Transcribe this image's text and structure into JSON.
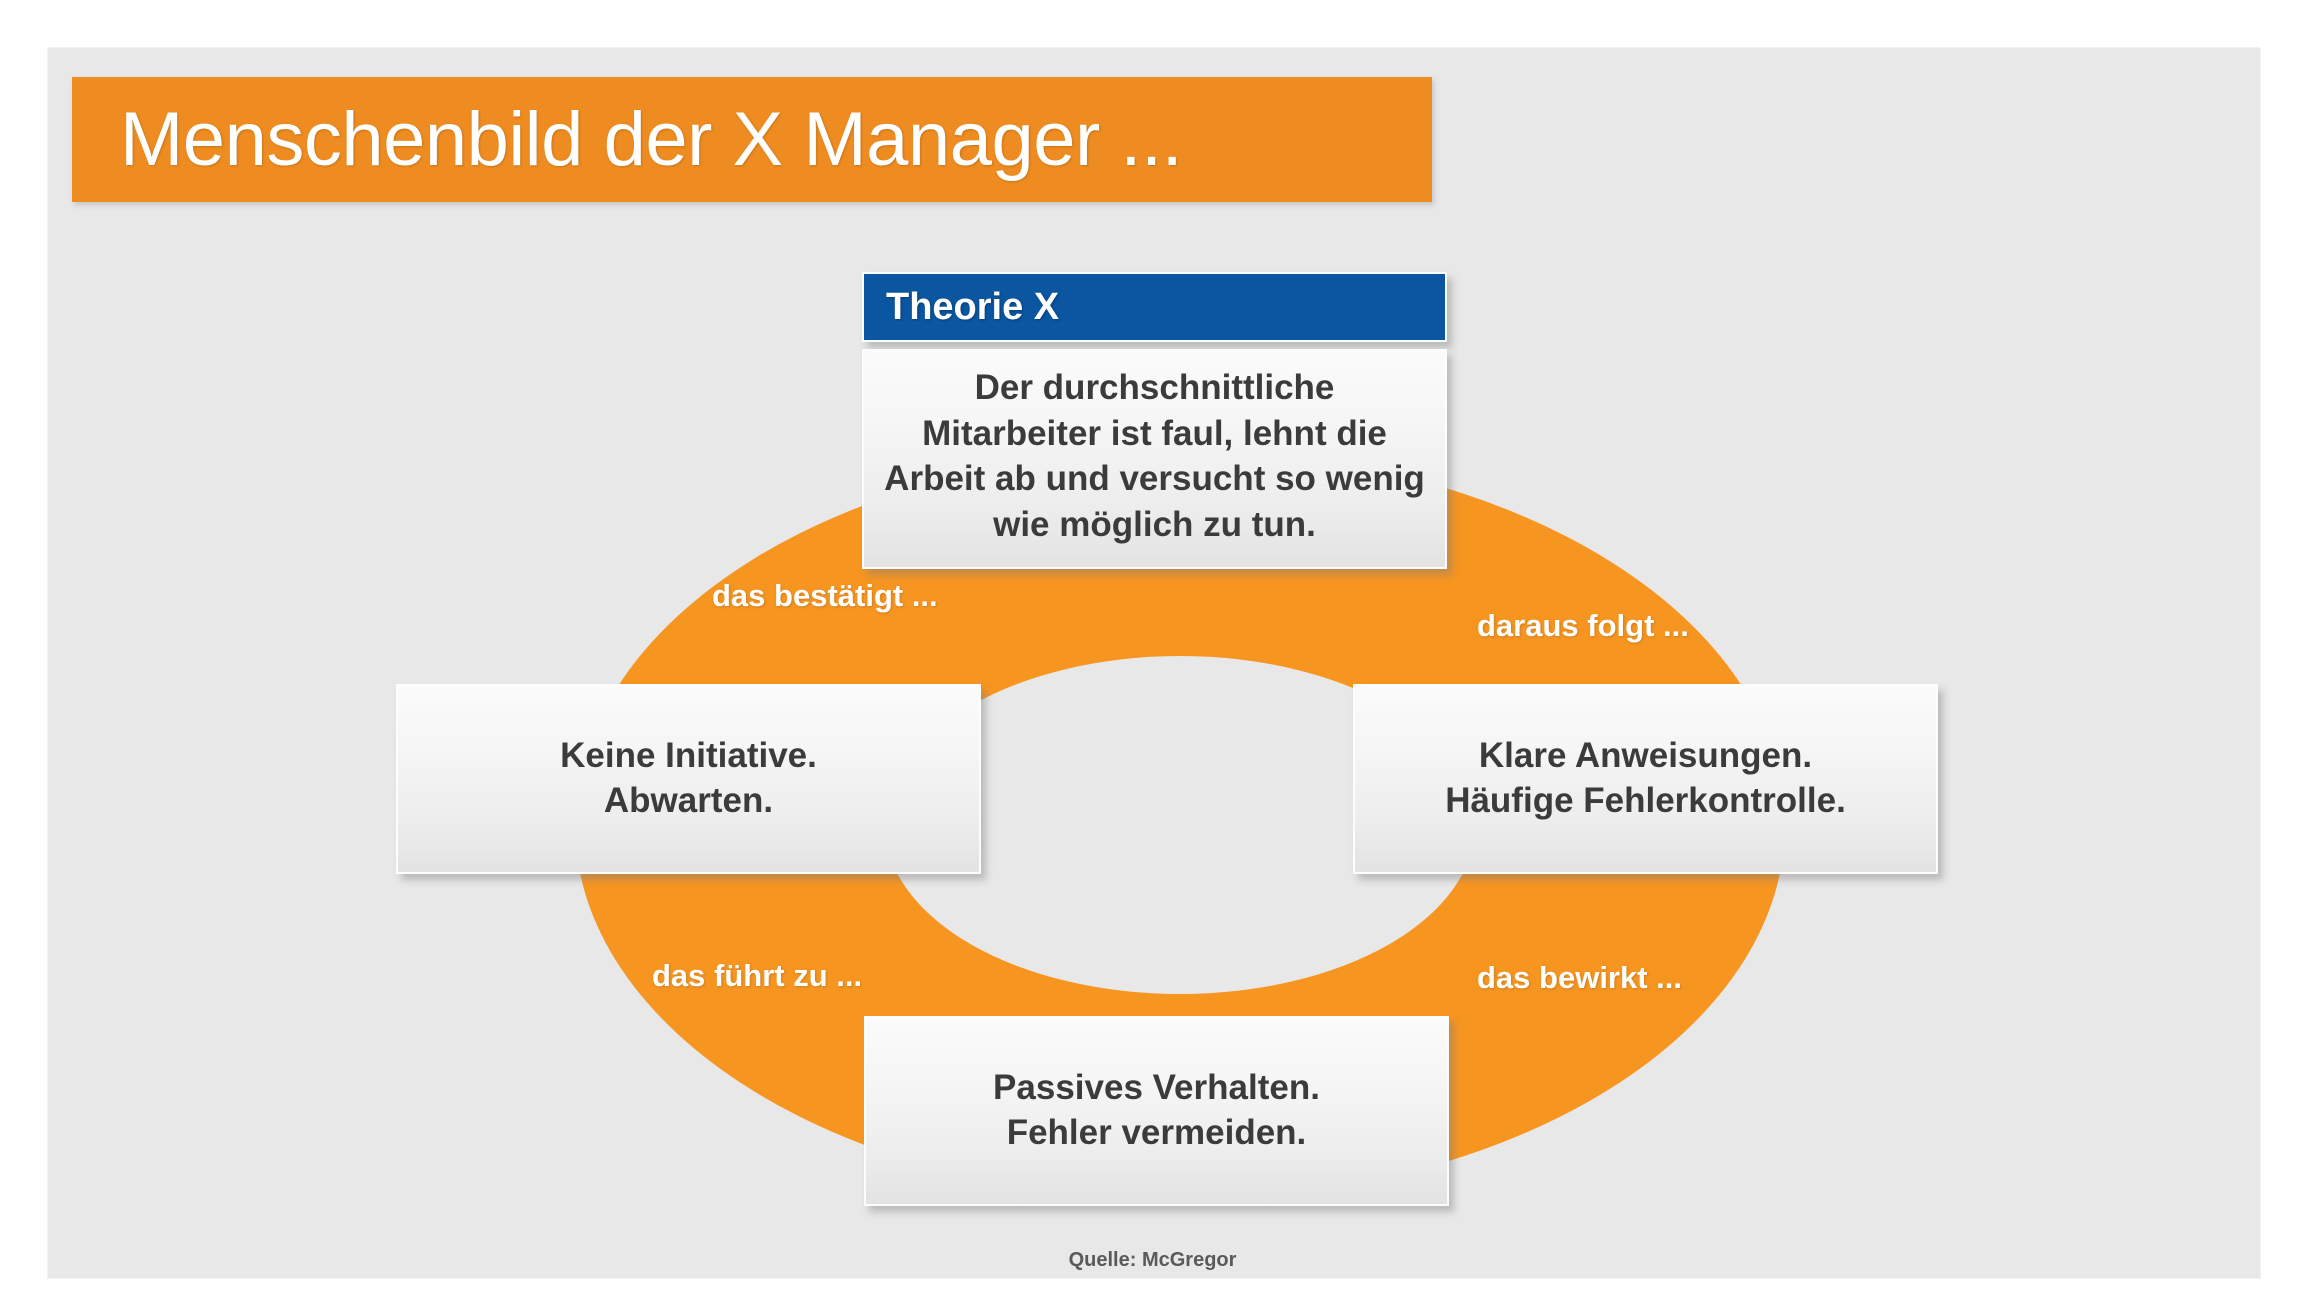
{
  "slide": {
    "title": "Menschenbild der X Manager ...",
    "accent_orange": "#ee8c21",
    "ring_orange": "#f79521",
    "header_blue": "#0a56a0",
    "background": "#e8e8e8",
    "text_dark": "#3b3b3b"
  },
  "theory": {
    "header_label": "Theorie X",
    "body_text": "Der durchschnittliche Mitarbeiter ist faul, lehnt die Arbeit ab und versucht so wenig wie möglich zu tun."
  },
  "ring_labels": {
    "top_left": "das bestätigt ...",
    "top_right": "daraus folgt ...",
    "bottom_left": "das führt zu ...",
    "bottom_right": "das bewirkt  ..."
  },
  "cards": {
    "left": {
      "line1": "Keine Initiative.",
      "line2": "Abwarten."
    },
    "right": {
      "line1": "Klare Anweisungen.",
      "line2": "Häufige Fehlerkontrolle."
    },
    "bottom": {
      "line1": "Passives Verhalten.",
      "line2": "Fehler vermeiden."
    }
  },
  "footer": {
    "source": "Quelle: McGregor"
  }
}
